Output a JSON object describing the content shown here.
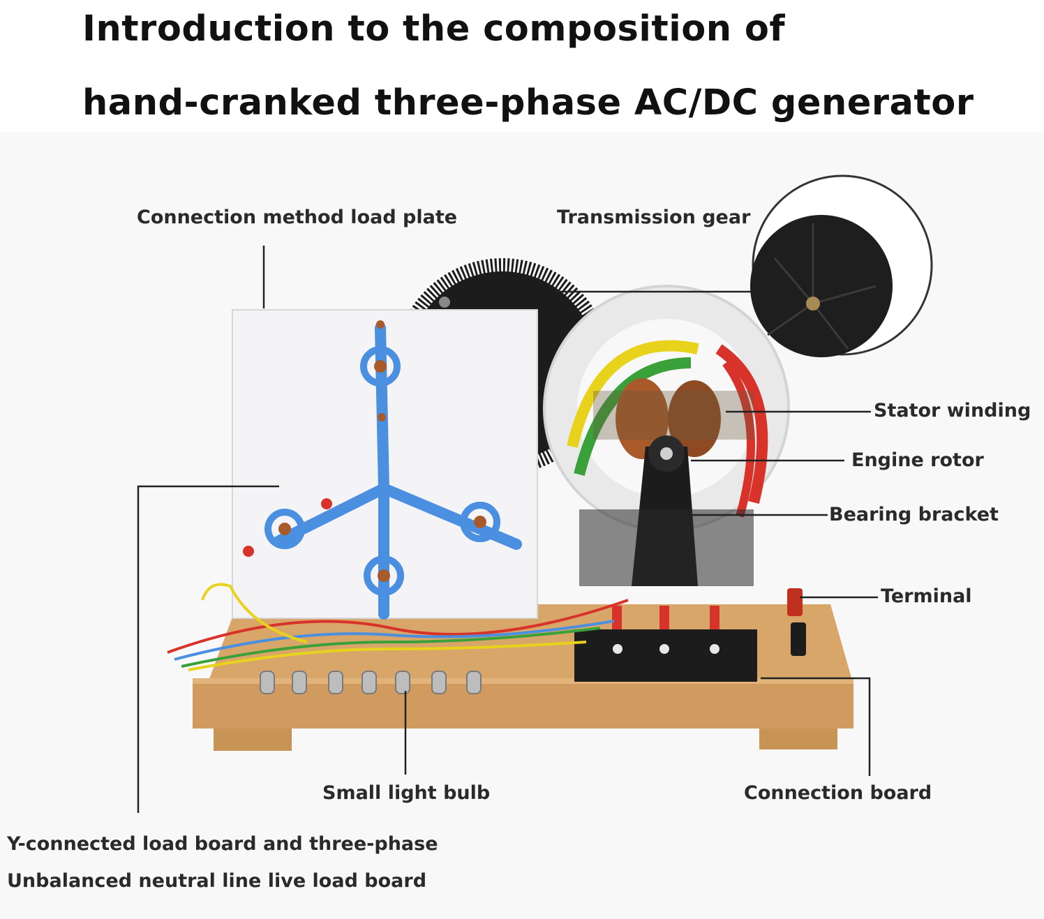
{
  "title": {
    "line1": "Introduction to the composition of",
    "line2": "hand-cranked three-phase AC/DC generator"
  },
  "labels": {
    "connection_method_load_plate": "Connection method load plate",
    "transmission_gear": "Transmission gear",
    "stator_winding": "Stator winding",
    "engine_rotor": "Engine rotor",
    "bearing_bracket": "Bearing bracket",
    "terminal": "Terminal",
    "small_light_bulb": "Small light bulb",
    "connection_board": "Connection board",
    "y_connected_line1": "Y-connected load board and three-phase",
    "y_connected_line2": "Unbalanced neutral line live load board"
  },
  "colors": {
    "base_wood": "#d9a66a",
    "load_plate": "#f4f4f6",
    "y_trace": "#4b8fe0",
    "gear": "#1c1c1c",
    "ring": "#e9e9ea",
    "wire_yellow": "#e8d21c",
    "wire_green": "#3aa03a",
    "wire_red": "#d8332a",
    "copper": "#a85a2a"
  }
}
